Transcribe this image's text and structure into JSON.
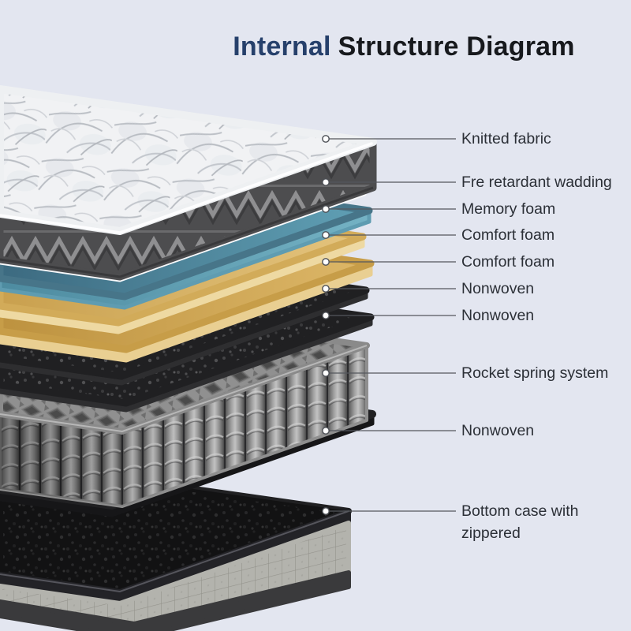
{
  "title": {
    "highlight": "Internal",
    "rest": "Structure Diagram",
    "highlight_color": "#26406b",
    "rest_color": "#17191d"
  },
  "labels": [
    {
      "text": "Knitted fabric"
    },
    {
      "text": "Fre retardant wadding"
    },
    {
      "text": "Memory foam"
    },
    {
      "text": "Comfort foam"
    },
    {
      "text": "Comfort foam"
    },
    {
      "text": "Nonwoven"
    },
    {
      "text": "Nonwoven"
    },
    {
      "text": "Rocket spring system"
    },
    {
      "text": "Nonwoven"
    },
    {
      "text": "Bottom case with",
      "text2": "zippered"
    }
  ],
  "layers": [
    {
      "name": "knitted-fabric-top",
      "color": "#f1f2f4",
      "border_color": "#4d4d4f"
    },
    {
      "name": "fire-retardant-wadding",
      "color": "#e9ecef"
    },
    {
      "name": "memory-foam",
      "color": "#4f86a0"
    },
    {
      "name": "comfort-foam-upper",
      "color": "#d9b164"
    },
    {
      "name": "comfort-foam-lower",
      "color": "#cfa24f"
    },
    {
      "name": "nonwoven-upper",
      "color": "#232325"
    },
    {
      "name": "nonwoven-middle",
      "color": "#232325"
    },
    {
      "name": "rocket-spring-system",
      "color": "#9a9a9a"
    },
    {
      "name": "nonwoven-lower",
      "color": "#232325"
    },
    {
      "name": "bottom-case",
      "color": "#b3b3ad"
    }
  ],
  "style": {
    "background": "#e3e6f0",
    "leader_line_color": "#54575d",
    "label_color": "#2c3037"
  }
}
